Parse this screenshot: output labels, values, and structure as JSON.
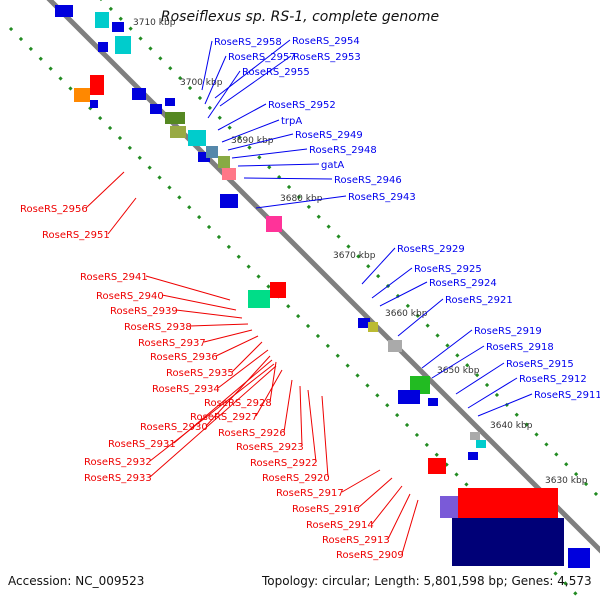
{
  "title": "Roseiflexus sp. RS-1, complete genome",
  "footer": {
    "accession": "Accession: NC_009523",
    "topology": "Topology: circular; Length: 5,801,598 bp; Genes: 4,573"
  },
  "colors": {
    "forward_label": "#0000ee",
    "reverse_label": "#ee0000",
    "backbone": "#7f7f7f",
    "tick_dots": "#228b22"
  },
  "ticks": [
    "3710 kbp",
    "3700 kbp",
    "3690 kbp",
    "3680 kbp",
    "3670 kbp",
    "3660 kbp",
    "3650 kbp",
    "3640 kbp",
    "3630 kbp"
  ],
  "forward_labels": [
    "RoseRS_2958",
    "RoseRS_2957",
    "RoseRS_2955",
    "RoseRS_2954",
    "RoseRS_2953",
    "RoseRS_2952",
    "trpA",
    "RoseRS_2949",
    "RoseRS_2948",
    "gatA",
    "RoseRS_2946",
    "RoseRS_2943",
    "RoseRS_2929",
    "RoseRS_2925",
    "RoseRS_2924",
    "RoseRS_2921",
    "RoseRS_2919",
    "RoseRS_2918",
    "RoseRS_2915",
    "RoseRS_2912",
    "RoseRS_2911"
  ],
  "reverse_labels": [
    "RoseRS_2956",
    "RoseRS_2951",
    "RoseRS_2941",
    "RoseRS_2940",
    "RoseRS_2939",
    "RoseRS_2938",
    "RoseRS_2937",
    "RoseRS_2936",
    "RoseRS_2935",
    "RoseRS_2934",
    "RoseRS_2928",
    "RoseRS_2927",
    "RoseRS_2930",
    "RoseRS_2926",
    "RoseRS_2931",
    "RoseRS_2923",
    "RoseRS_2932",
    "RoseRS_2922",
    "RoseRS_2933",
    "RoseRS_2920",
    "RoseRS_2917",
    "RoseRS_2916",
    "RoseRS_2914",
    "RoseRS_2913",
    "RoseRS_2909"
  ]
}
